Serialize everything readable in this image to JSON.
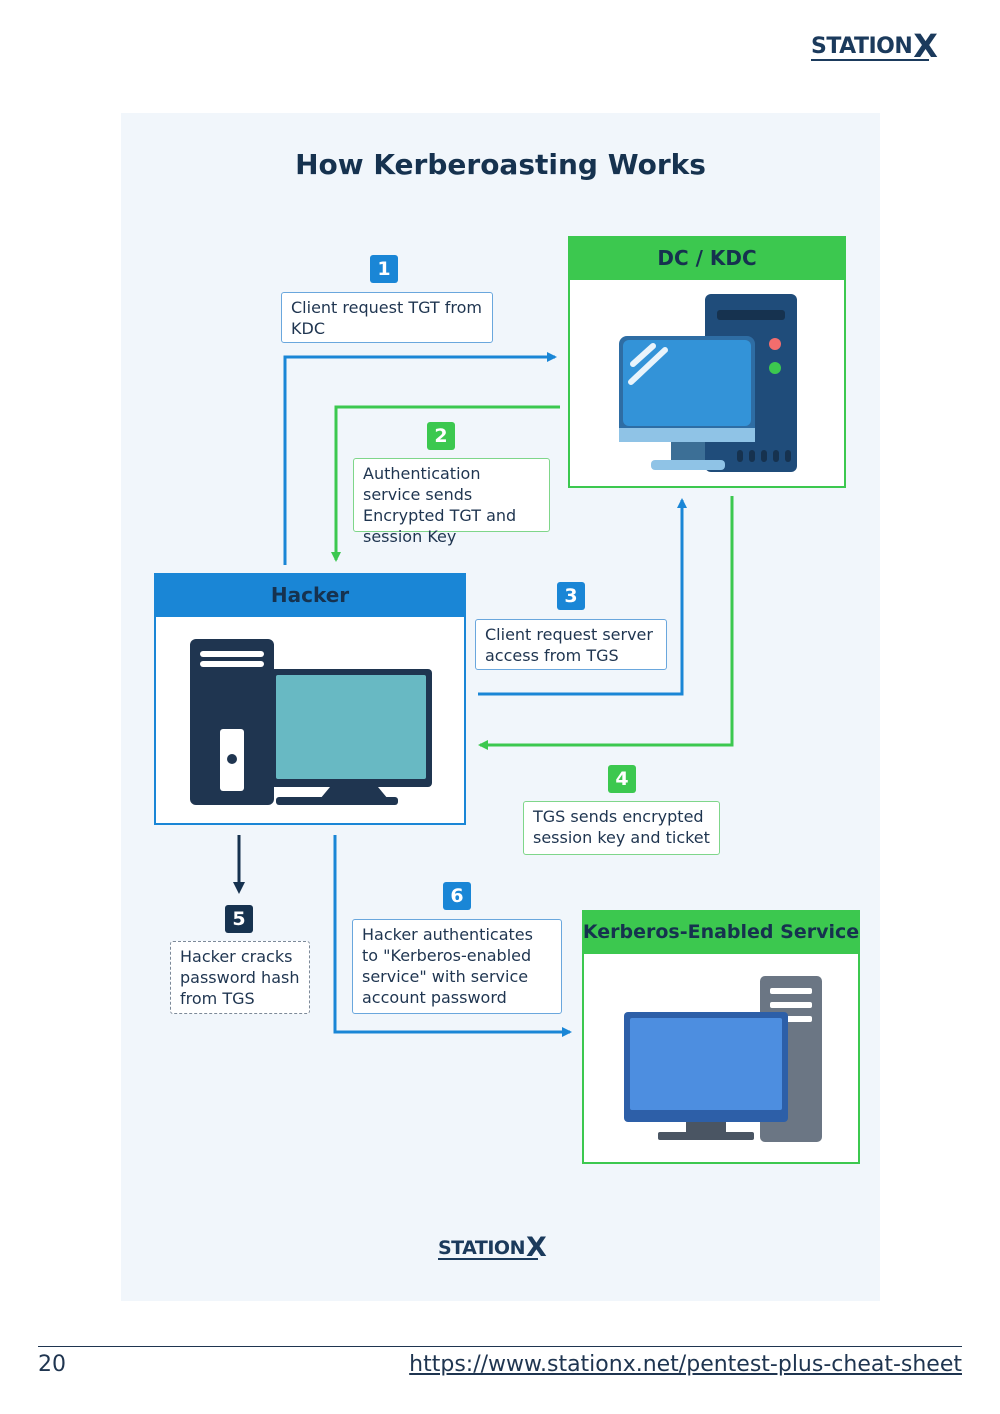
{
  "header": {
    "logo_text": "STATION",
    "logo_x": "X"
  },
  "diagram": {
    "title": "How Kerberoasting Works",
    "nodes": {
      "dc": {
        "label": "DC / KDC"
      },
      "hacker": {
        "label": "Hacker"
      },
      "service": {
        "label": "Kerberos-Enabled Service"
      }
    },
    "steps": [
      {
        "number": "1",
        "text": "Client request TGT from KDC"
      },
      {
        "number": "2",
        "text": "Authentication service sends Encrypted TGT and session Key"
      },
      {
        "number": "3",
        "text": "Client request server access from TGS"
      },
      {
        "number": "4",
        "text": "TGS sends encrypted session key and ticket"
      },
      {
        "number": "5",
        "text": "Hacker cracks password hash from TGS"
      },
      {
        "number": "6",
        "text": "Hacker authenticates to \"Kerberos-enabled service\" with service account password"
      }
    ],
    "footer_logo": {
      "text": "STATION",
      "x": "X"
    }
  },
  "colors": {
    "blue": "#1a86d6",
    "green": "#3cc84f",
    "navy": "#16324f"
  },
  "footer": {
    "page_number": "20",
    "url": "https://www.stationx.net/pentest-plus-cheat-sheet"
  }
}
